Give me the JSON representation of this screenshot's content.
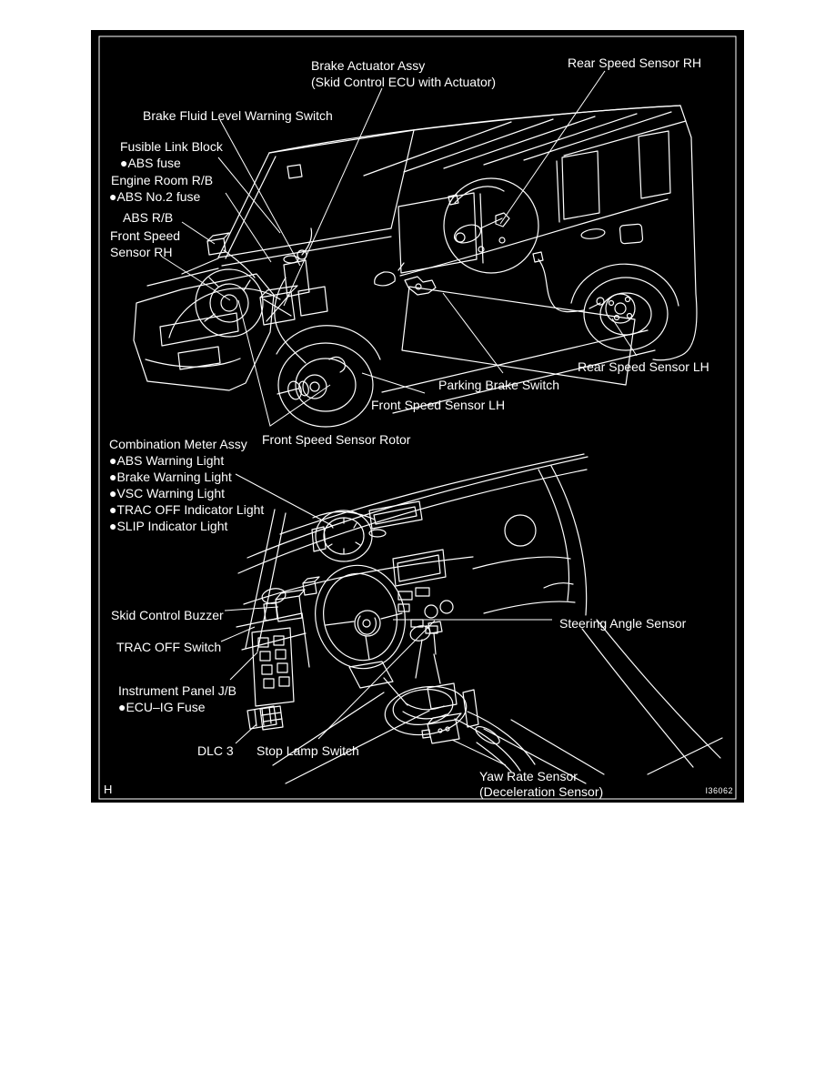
{
  "figure": {
    "code": "I36062",
    "page_letter": "H"
  },
  "exterior_labels": {
    "brake_actuator_1": "Brake Actuator Assy",
    "brake_actuator_2": "(Skid Control ECU with Actuator)",
    "rear_speed_rh": "Rear Speed Sensor RH",
    "brake_fluid": "Brake Fluid Level Warning Switch",
    "fusible_link": "Fusible Link Block",
    "abs_fuse": "●ABS fuse",
    "engine_room_rb": "Engine Room R/B",
    "abs_no2_fuse": "●ABS No.2 fuse",
    "abs_rb": "ABS R/B",
    "front_speed_rh_1": "Front Speed",
    "front_speed_rh_2": "Sensor RH",
    "rear_speed_lh": "Rear Speed Sensor LH",
    "parking_brake": "Parking Brake Switch",
    "front_speed_lh": "Front Speed Sensor LH",
    "front_speed_rotor": "Front Speed Sensor Rotor"
  },
  "interior_labels": {
    "combination_meter": "Combination Meter Assy",
    "combo_items": [
      "●ABS Warning Light",
      "●Brake Warning Light",
      "●VSC Warning Light",
      "●TRAC OFF Indicator Light",
      "●SLIP Indicator Light"
    ],
    "skid_buzzer": "Skid Control Buzzer",
    "trac_off_switch": "TRAC OFF Switch",
    "instrument_panel_jb": "Instrument Panel J/B",
    "ecu_ig_fuse": "●ECU–IG Fuse",
    "dlc3": "DLC 3",
    "stop_lamp": "Stop Lamp Switch",
    "steering_angle": "Steering Angle Sensor",
    "yaw_rate_1": "Yaw Rate Sensor",
    "yaw_rate_2": "(Deceleration Sensor)"
  },
  "colors": {
    "page_bg": "#ffffff",
    "panel_bg": "#000000",
    "line": "#ffffff"
  }
}
